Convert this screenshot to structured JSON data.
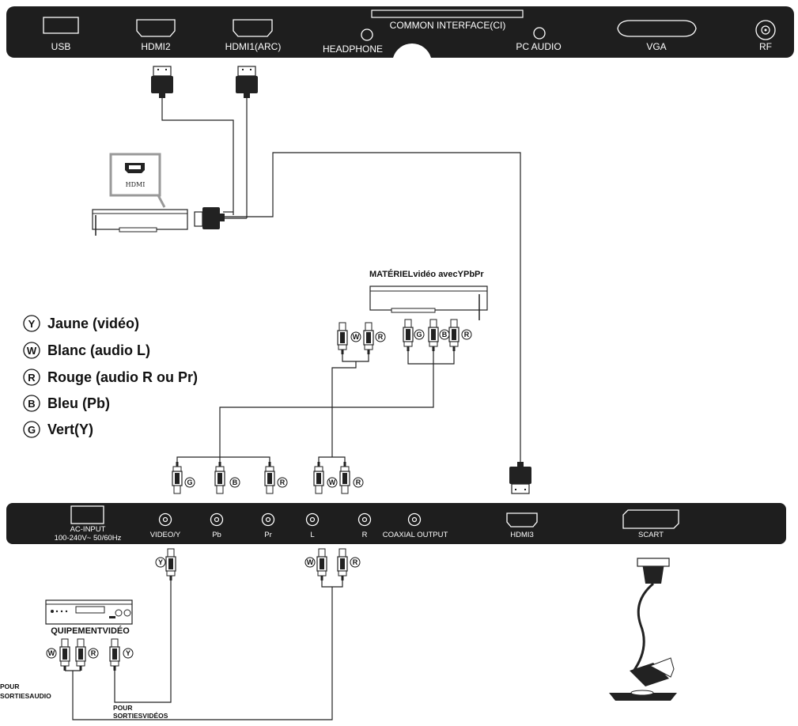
{
  "top_panel": {
    "ports": {
      "usb": "USB",
      "hdmi2": "HDMI2",
      "hdmi1": "HDMI1(ARC)",
      "ci": "COMMON INTERFACE(CI)",
      "headphone": "HEADPHONE",
      "pc_audio": "PC AUDIO",
      "vga": "VGA",
      "rf": "RF"
    }
  },
  "bottom_panel": {
    "ac_input": "AC-INPUT",
    "ac_rating": "100-240V~ 50/60Hz",
    "ports": {
      "video_y": "VIDEO/Y",
      "pb": "Pb",
      "pr": "Pr",
      "l": "L",
      "r": "R",
      "coaxial": "COAXIAL OUTPUT",
      "hdmi3": "HDMI3",
      "scart": "SCART"
    }
  },
  "devices": {
    "hdmi_device_label": "HDMI",
    "ypbpr_device": "MATÉRIELvidéo avecYPbPr",
    "video_equipment": "QUIPEMENTVIDÉO",
    "audio_out_line1": "POUR",
    "audio_out_line2": "SORTIESAUDIO",
    "video_out_line1": "POUR",
    "video_out_line2": "SORTIESVIDÉOS"
  },
  "legend": [
    {
      "letter": "Y",
      "text": "Jaune (vidéo)"
    },
    {
      "letter": "W",
      "text": "Blanc (audio L)"
    },
    {
      "letter": "R",
      "text": "Rouge (audio R ou Pr)"
    },
    {
      "letter": "B",
      "text": "Bleu (Pb)"
    },
    {
      "letter": "G",
      "text": "Vert(Y)"
    }
  ],
  "plug_tags": {
    "g": "G",
    "b": "B",
    "r": "R",
    "w": "W",
    "y": "Y"
  },
  "colors": {
    "panel": "#1e1e1e",
    "panel_text": "#ffffff",
    "line": "#222222"
  }
}
